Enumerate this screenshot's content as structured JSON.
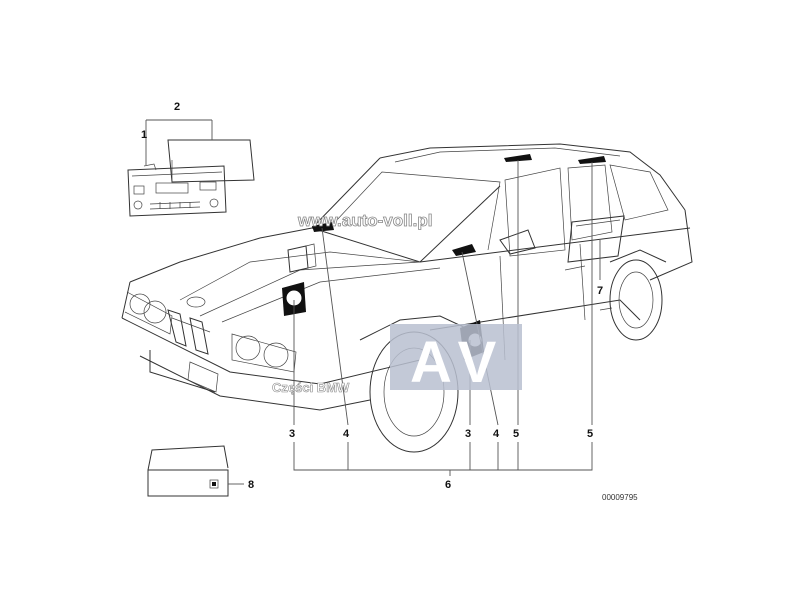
{
  "diagram": {
    "callouts": [
      "1",
      "2",
      "3",
      "4",
      "5",
      "6",
      "7",
      "8"
    ],
    "watermark_url": "www.auto-voll.pl",
    "watermark_logo": "AV",
    "watermark_caption": "Części BMW",
    "reference_code": "00009795"
  },
  "colors": {
    "line": "#555555",
    "watermark_box": "#b8bfd0",
    "watermark_letter": "#ffffff"
  }
}
